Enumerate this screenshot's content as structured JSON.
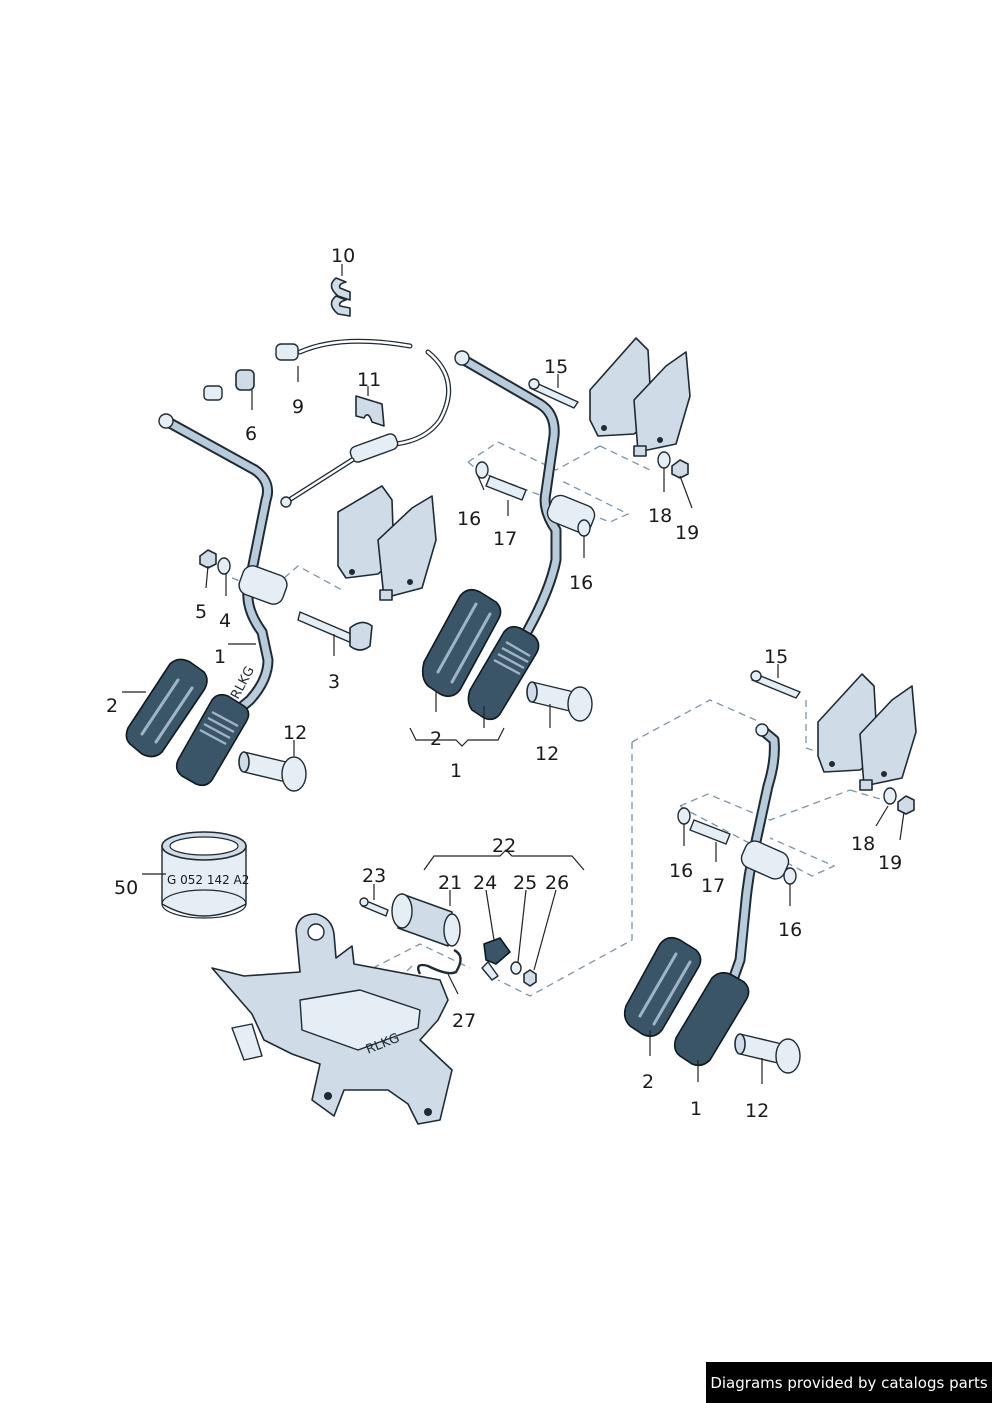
{
  "callouts": [
    "10",
    "11",
    "9",
    "6",
    "15",
    "16",
    "17",
    "18",
    "19",
    "16",
    "5",
    "4",
    "1",
    "3",
    "2",
    "12",
    "2",
    "1",
    "12",
    "15",
    "18",
    "19",
    "16",
    "17",
    "16",
    "22",
    "23",
    "21",
    "24",
    "25",
    "26",
    "50",
    "27",
    "2",
    "1",
    "12"
  ],
  "part_marking": "G 052 142 A2",
  "stamp_left": "RLKG",
  "stamp_bracket": "RLKG",
  "footer_text": "Diagrams provided by catalogs parts"
}
